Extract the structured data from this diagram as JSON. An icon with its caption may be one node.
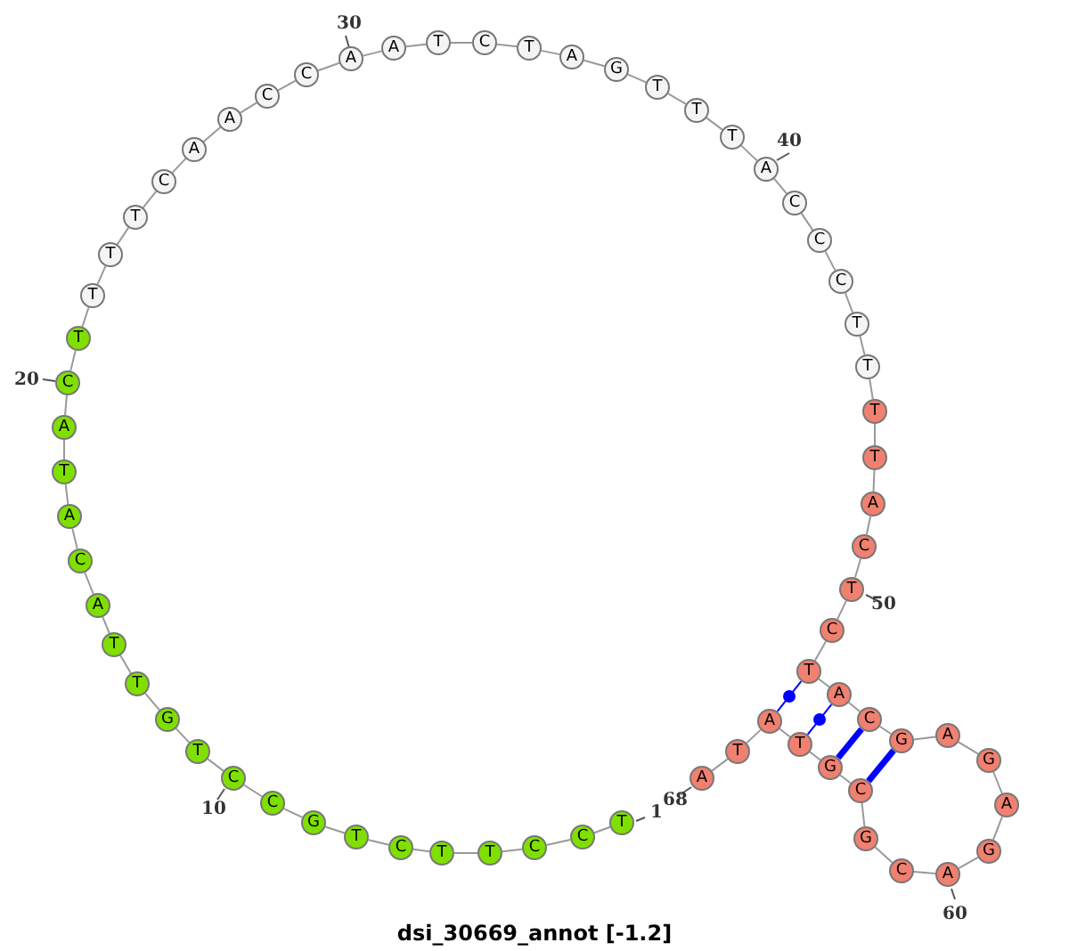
{
  "diagram": {
    "caption": "dsi_30669_annot [-1.2]",
    "nodes": [
      {
        "text": [
          "T"
        ]
      },
      {
        "text": [
          "C"
        ]
      },
      {
        "text": [
          "C"
        ]
      },
      {
        "text": [
          "T"
        ]
      },
      {
        "text": [
          "T"
        ]
      },
      {
        "text": [
          "C"
        ]
      },
      {
        "text": [
          "T"
        ]
      },
      {
        "text": [
          "G"
        ]
      },
      {
        "text": [
          "C"
        ]
      },
      {
        "text": [
          "C"
        ]
      },
      {
        "text": [
          "T"
        ]
      },
      {
        "text": [
          "G"
        ]
      },
      {
        "text": [
          "T"
        ]
      },
      {
        "text": [
          "T"
        ]
      },
      {
        "text": [
          "A"
        ]
      },
      {
        "text": [
          "C"
        ]
      },
      {
        "text": [
          "A"
        ]
      },
      {
        "text": [
          "T"
        ]
      },
      {
        "text": [
          "A"
        ]
      },
      {
        "text": [
          "C"
        ]
      },
      {
        "text": [
          "T"
        ]
      },
      {
        "text": [
          "T"
        ]
      },
      {
        "text": [
          "T"
        ]
      },
      {
        "text": [
          "T"
        ]
      },
      {
        "text": [
          "C"
        ]
      },
      {
        "text": [
          "A"
        ]
      },
      {
        "text": [
          "A"
        ]
      },
      {
        "text": [
          "C"
        ]
      },
      {
        "text": [
          "C"
        ]
      },
      {
        "text": [
          "A"
        ]
      },
      {
        "text": [
          "A"
        ]
      },
      {
        "text": [
          "T"
        ]
      },
      {
        "text": [
          "C"
        ]
      },
      {
        "text": [
          "T"
        ]
      },
      {
        "text": [
          "A"
        ]
      },
      {
        "text": [
          "G"
        ]
      },
      {
        "text": [
          "T"
        ]
      },
      {
        "text": [
          "T"
        ]
      },
      {
        "text": [
          "T"
        ]
      },
      {
        "text": [
          "A"
        ]
      },
      {
        "text": [
          "C"
        ]
      },
      {
        "text": [
          "C"
        ]
      },
      {
        "text": [
          "C"
        ]
      },
      {
        "text": [
          "T"
        ]
      },
      {
        "text": [
          "T"
        ]
      },
      {
        "text": [
          "T"
        ]
      },
      {
        "text": [
          "T"
        ]
      },
      {
        "text": [
          "A"
        ]
      },
      {
        "text": [
          "C"
        ]
      },
      {
        "text": [
          "T"
        ]
      },
      {
        "text": [
          "C"
        ]
      },
      {
        "text": [
          "T"
        ]
      },
      {
        "text": [
          "A"
        ]
      },
      {
        "text": [
          "C"
        ]
      },
      {
        "text": [
          "G"
        ]
      },
      {
        "text": [
          "A"
        ]
      },
      {
        "text": [
          "G"
        ]
      },
      {
        "text": [
          "A"
        ]
      },
      {
        "text": [
          "G"
        ]
      },
      {
        "text": [
          "A"
        ]
      },
      {
        "text": [
          "C"
        ]
      },
      {
        "text": [
          "G"
        ]
      },
      {
        "text": [
          "C"
        ]
      },
      {
        "text": [
          "G"
        ]
      },
      {
        "text": [
          "T"
        ]
      },
      {
        "text": [
          "A"
        ]
      },
      {
        "text": [
          "T"
        ]
      },
      {
        "text": [
          "A"
        ]
      }
    ],
    "edges": [
      {
        "from": 0,
        "to": 1,
        "arrow": "none"
      },
      {
        "from": 1,
        "to": 2,
        "arrow": "none"
      },
      {
        "from": 2,
        "to": 3,
        "arrow": "none"
      },
      {
        "from": 3,
        "to": 4,
        "arrow": "none"
      },
      {
        "from": 4,
        "to": 5,
        "arrow": "none"
      },
      {
        "from": 5,
        "to": 6,
        "arrow": "none"
      },
      {
        "from": 6,
        "to": 7,
        "arrow": "none"
      },
      {
        "from": 7,
        "to": 8,
        "arrow": "none"
      },
      {
        "from": 8,
        "to": 9,
        "arrow": "none"
      },
      {
        "from": 9,
        "to": 10,
        "arrow": "none"
      },
      {
        "from": 10,
        "to": 11,
        "arrow": "none"
      },
      {
        "from": 11,
        "to": 12,
        "arrow": "none"
      },
      {
        "from": 12,
        "to": 13,
        "arrow": "none"
      },
      {
        "from": 13,
        "to": 14,
        "arrow": "none"
      },
      {
        "from": 14,
        "to": 15,
        "arrow": "none"
      },
      {
        "from": 15,
        "to": 16,
        "arrow": "none"
      },
      {
        "from": 16,
        "to": 17,
        "arrow": "none"
      },
      {
        "from": 17,
        "to": 18,
        "arrow": "none"
      },
      {
        "from": 18,
        "to": 19,
        "arrow": "none"
      },
      {
        "from": 19,
        "to": 20,
        "arrow": "none"
      },
      {
        "from": 20,
        "to": 21,
        "arrow": "none"
      },
      {
        "from": 21,
        "to": 22,
        "arrow": "none"
      },
      {
        "from": 22,
        "to": 23,
        "arrow": "none"
      },
      {
        "from": 23,
        "to": 24,
        "arrow": "none"
      },
      {
        "from": 24,
        "to": 25,
        "arrow": "none"
      },
      {
        "from": 25,
        "to": 26,
        "arrow": "none"
      },
      {
        "from": 26,
        "to": 27,
        "arrow": "none"
      },
      {
        "from": 27,
        "to": 28,
        "arrow": "none"
      },
      {
        "from": 28,
        "to": 29,
        "arrow": "none"
      },
      {
        "from": 29,
        "to": 30,
        "arrow": "none"
      },
      {
        "from": 30,
        "to": 31,
        "arrow": "none"
      },
      {
        "from": 31,
        "to": 32,
        "arrow": "none"
      },
      {
        "from": 32,
        "to": 33,
        "arrow": "none"
      },
      {
        "from": 33,
        "to": 34,
        "arrow": "none"
      },
      {
        "from": 34,
        "to": 35,
        "arrow": "none"
      },
      {
        "from": 35,
        "to": 36,
        "arrow": "none"
      },
      {
        "from": 36,
        "to": 37,
        "arrow": "none"
      },
      {
        "from": 37,
        "to": 38,
        "arrow": "none"
      },
      {
        "from": 38,
        "to": 39,
        "arrow": "none"
      },
      {
        "from": 39,
        "to": 40,
        "arrow": "none"
      },
      {
        "from": 40,
        "to": 41,
        "arrow": "none"
      },
      {
        "from": 41,
        "to": 42,
        "arrow": "none"
      },
      {
        "from": 42,
        "to": 43,
        "arrow": "none"
      },
      {
        "from": 43,
        "to": 44,
        "arrow": "none"
      },
      {
        "from": 44,
        "to": 45,
        "arrow": "none"
      },
      {
        "from": 45,
        "to": 46,
        "arrow": "none"
      },
      {
        "from": 46,
        "to": 47,
        "arrow": "none"
      },
      {
        "from": 47,
        "to": 48,
        "arrow": "none"
      },
      {
        "from": 48,
        "to": 49,
        "arrow": "none"
      },
      {
        "from": 49,
        "to": 50,
        "arrow": "none"
      },
      {
        "from": 50,
        "to": 51,
        "arrow": "none"
      },
      {
        "from": 51,
        "to": 52,
        "arrow": "none"
      },
      {
        "from": 52,
        "to": 53,
        "arrow": "none"
      },
      {
        "from": 53,
        "to": 54,
        "arrow": "none"
      },
      {
        "from": 54,
        "to": 55,
        "arrow": "none"
      },
      {
        "from": 55,
        "to": 56,
        "arrow": "none"
      },
      {
        "from": 56,
        "to": 57,
        "arrow": "none"
      },
      {
        "from": 57,
        "to": 58,
        "arrow": "none"
      },
      {
        "from": 58,
        "to": 59,
        "arrow": "none"
      },
      {
        "from": 59,
        "to": 60,
        "arrow": "none"
      },
      {
        "from": 60,
        "to": 61,
        "arrow": "none"
      },
      {
        "from": 61,
        "to": 62,
        "arrow": "none"
      },
      {
        "from": 62,
        "to": 63,
        "arrow": "none"
      },
      {
        "from": 63,
        "to": 64,
        "arrow": "none"
      },
      {
        "from": 64,
        "to": 65,
        "arrow": "none"
      },
      {
        "from": 65,
        "to": 66,
        "arrow": "none"
      },
      {
        "from": 66,
        "to": 67,
        "arrow": "none"
      },
      {
        "from": 51,
        "to": 65,
        "arrow": "none",
        "color": "#0000ff"
      },
      {
        "from": 52,
        "to": 64,
        "arrow": "none",
        "color": "#0000ff"
      },
      {
        "from": 53,
        "to": 63,
        "arrow": "none",
        "style": "thick",
        "color": "#0000ff"
      },
      {
        "from": 54,
        "to": 62,
        "arrow": "none",
        "style": "thick",
        "color": "#0000ff"
      }
    ],
    "labels": [
      "30",
      "40",
      "20",
      "50",
      "10",
      "1",
      "68",
      "60"
    ]
  }
}
